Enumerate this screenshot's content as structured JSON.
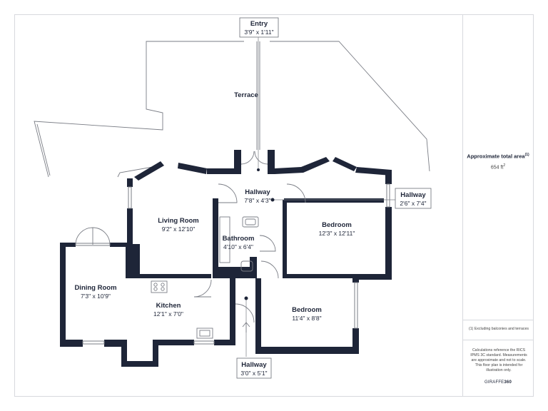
{
  "rooms": {
    "entry": {
      "name": "Entry",
      "dims": "3'9\" x 1'11\""
    },
    "terrace": {
      "name": "Terrace"
    },
    "hallway_top": {
      "name": "Hallway",
      "dims": "7'8\" x 4'3\""
    },
    "hallway_right": {
      "name": "Hallway",
      "dims": "2'6\" x 7'4\""
    },
    "hallway_bottom": {
      "name": "Hallway",
      "dims": "3'0\" x 5'1\""
    },
    "living_room": {
      "name": "Living Room",
      "dims": "9'2\" x 12'10\""
    },
    "bathroom": {
      "name": "Bathroom",
      "dims": "4'10\" x 6'4\""
    },
    "bedroom_1": {
      "name": "Bedroom",
      "dims": "12'3\" x 12'11\""
    },
    "bedroom_2": {
      "name": "Bedroom",
      "dims": "11'4\" x 8'8\""
    },
    "dining_room": {
      "name": "Dining Room",
      "dims": "7'3\" x 10'9\""
    },
    "kitchen": {
      "name": "Kitchen",
      "dims": "12'1\" x 7'0\""
    }
  },
  "sidebar": {
    "area_title": "Approximate total area",
    "area_title_mark": "(1)",
    "area_value": "654 ft",
    "area_unit_mark": "2",
    "footnote": "(1) Excluding balconies and terraces",
    "disclaimer": "Calculations reference the RICS IPMS 3C standard. Measurements are approximate and not to scale. This floor plan is intended for illustration only.",
    "brand_light": "GIRAFFE",
    "brand_bold": "360"
  },
  "colors": {
    "wall": "#1e2538",
    "text": "#1e2538",
    "line": "#7a7d85"
  }
}
